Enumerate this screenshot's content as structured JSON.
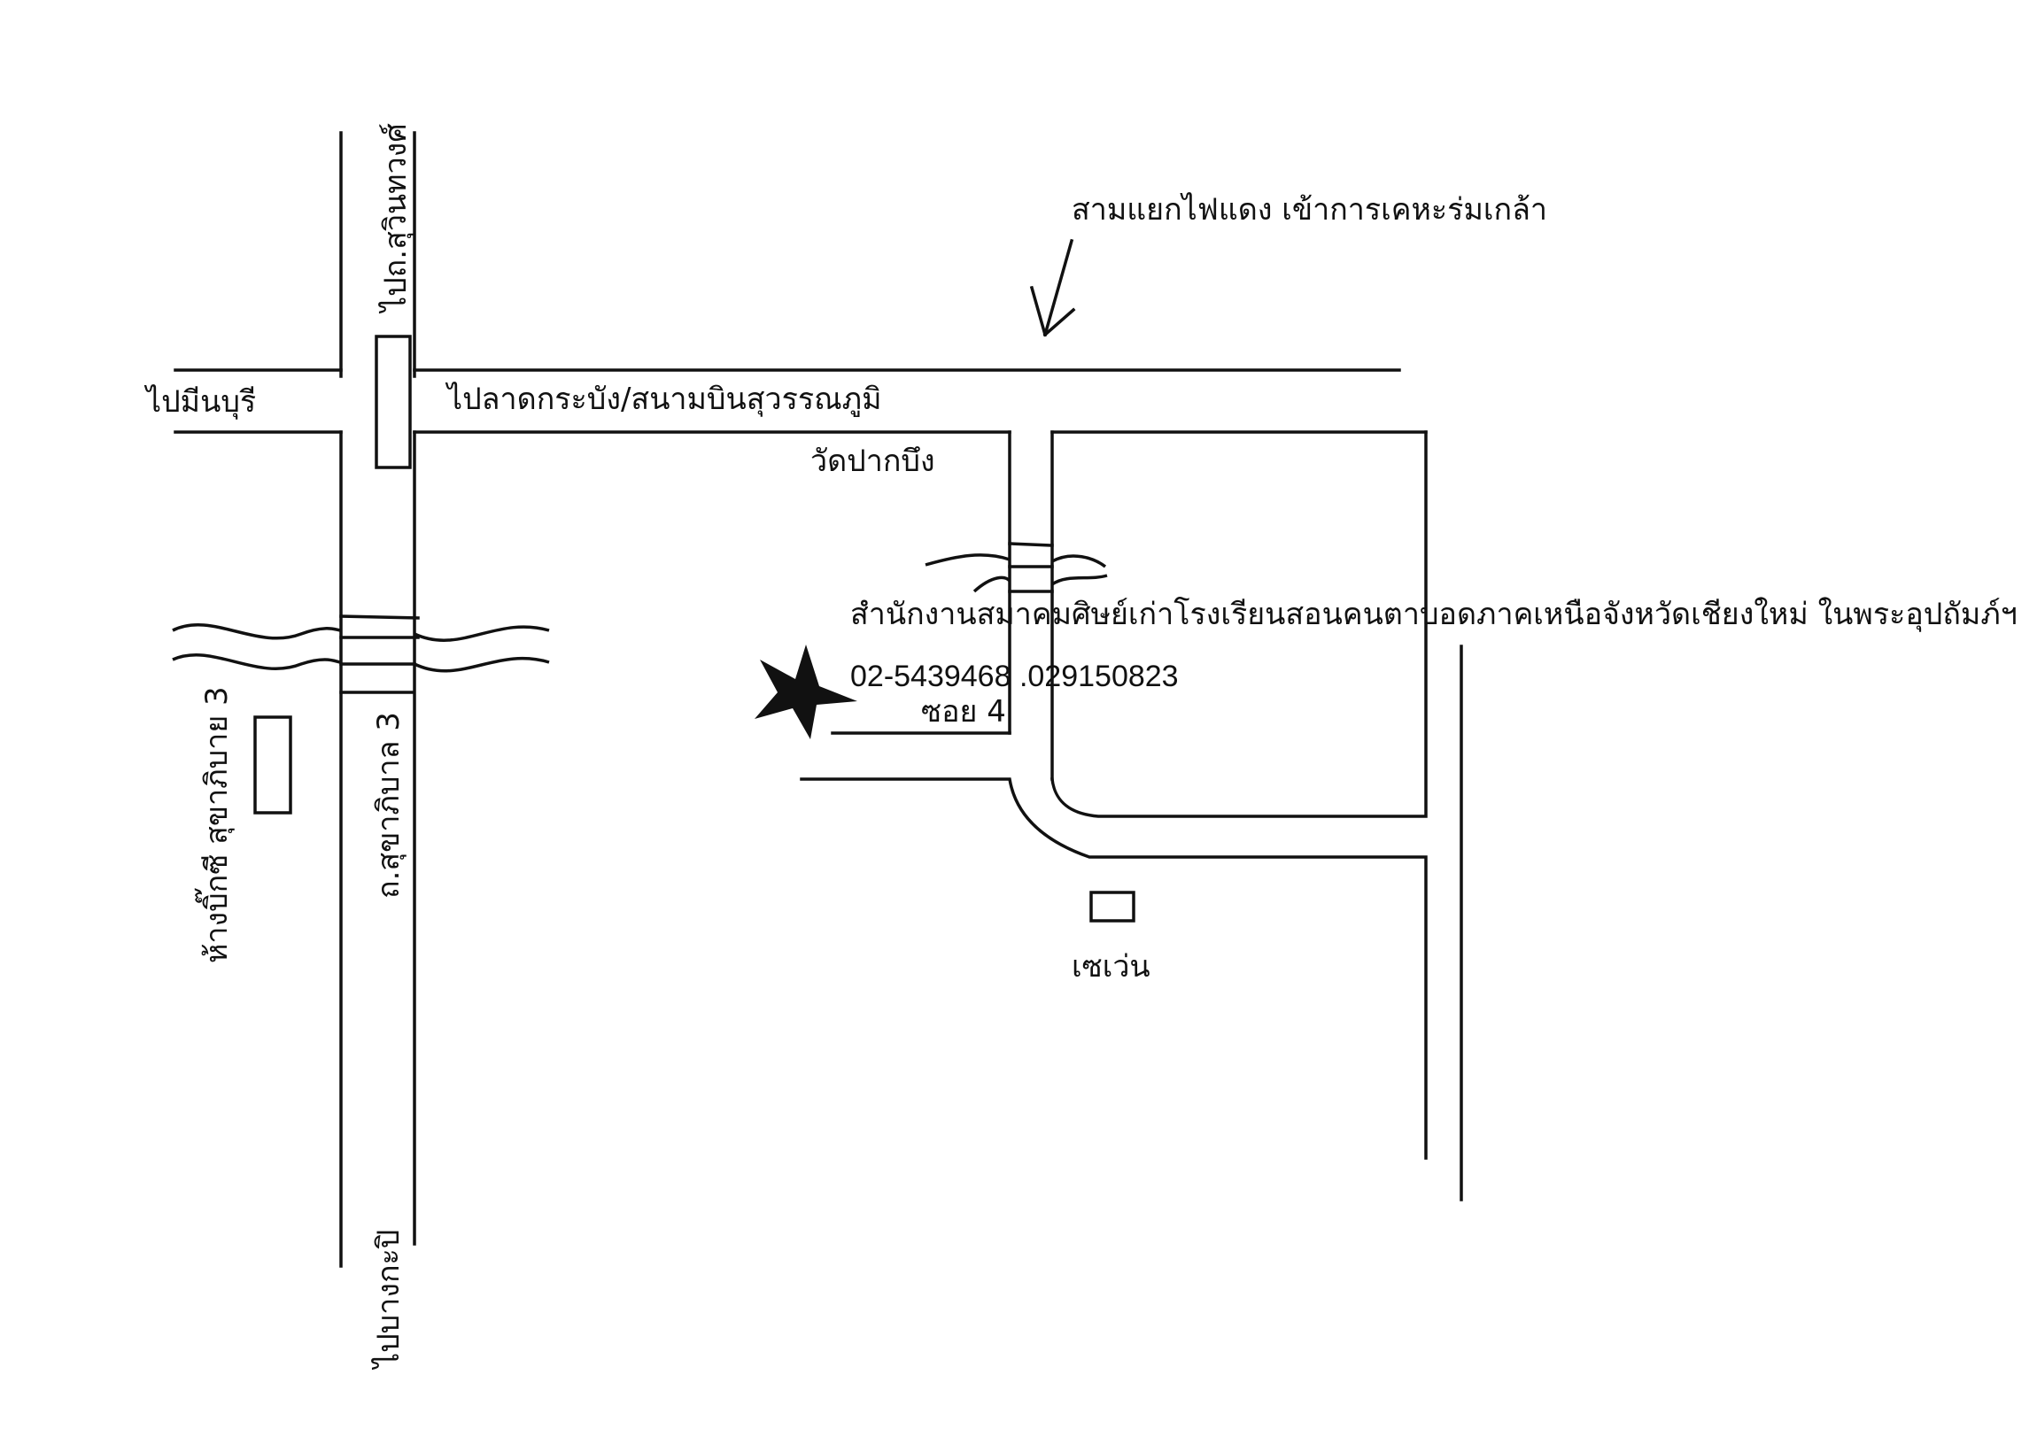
{
  "map": {
    "labels": {
      "to_suwinthawong": "ไปถ.สุวินทวงศ์",
      "to_minburi": "ไปมีนบุรี",
      "to_latkrabang_airport": "ไปลาดกระบัง/สนามบินสุวรรณภูมิ",
      "intersection_note": "สามแยกไฟแดง เข้าการเคหะร่มเกล้า",
      "wat_pakbueng": "วัดปากบึง",
      "office_name": "สำนักงานสมาคมศิษย์เก่าโรงเรียนสอนคนตาบอดภาคเหนือจังหวัดเชียงใหม่ ในพระอุปถัมภ์ฯ",
      "phone_numbers": "02-5439468  .029150823",
      "soi_4": "ซอย 4",
      "big_c": "ห้างบิ๊กซี สุขาภิบาย 3",
      "sukhaphiban_3_road": "ถ.สุขาภิบาล 3",
      "to_bangkapi": "ไปบางกะปิ",
      "seven_eleven": "เซเว่น"
    },
    "marker": {
      "type": "star",
      "meaning": "destination",
      "color": "#111111"
    },
    "colors": {
      "ink": "#111111",
      "paper": "#ffffff"
    }
  }
}
